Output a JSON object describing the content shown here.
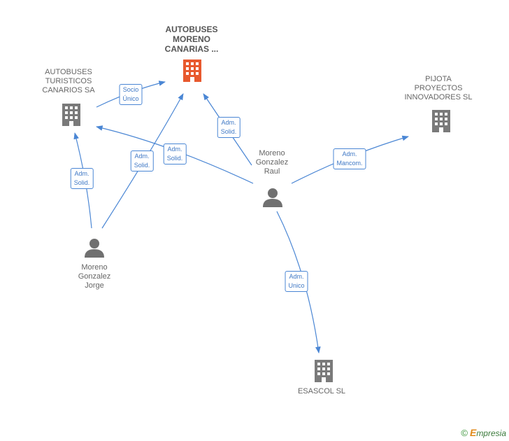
{
  "nodes": {
    "autobuses_moreno": {
      "label": "AUTOBUSES\nMORENO\nCANARIAS ..."
    },
    "autobuses_turisticos": {
      "label": "AUTOBUSES\nTURISTICOS\nCANARIOS SA"
    },
    "pijota": {
      "label": "PIJOTA\nPROYECTOS\nINNOVADORES SL"
    },
    "moreno_raul": {
      "label": "Moreno\nGonzalez\nRaul"
    },
    "moreno_jorge": {
      "label": "Moreno\nGonzalez\nJorge"
    },
    "esascol": {
      "label": "ESASCOL SL"
    }
  },
  "edges": {
    "socio_unico": "Socio\nÚnico",
    "raul_turisticos": "Adm.\nSolid.",
    "raul_moreno": "Adm.\nSolid.",
    "jorge_moreno": "Adm.\nSolid.",
    "jorge_turisticos": "Adm.\nSolid.",
    "raul_pijota": "Adm.\nMancom.",
    "raul_esascol": "Adm.\nUnico"
  },
  "brand": {
    "copyright": "©",
    "first_letter": "E",
    "rest": "mpresia"
  },
  "colors": {
    "line": "#4a86d4",
    "building_gray": "#7a7a7a",
    "building_orange": "#e8592e",
    "person": "#707070"
  }
}
